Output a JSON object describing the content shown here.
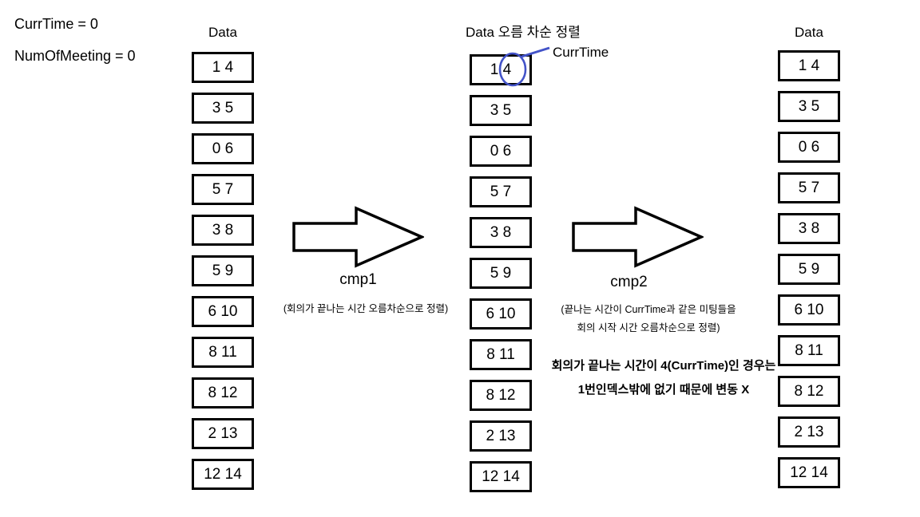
{
  "variables": {
    "curr_time": "CurrTime = 0",
    "num_of_meeting": "NumOfMeeting = 0"
  },
  "columns": [
    {
      "title": "Data",
      "items": [
        "1 4",
        "3 5",
        "0 6",
        "5 7",
        "3 8",
        "5 9",
        "6 10",
        "8 11",
        "8 12",
        "2 13",
        "12 14"
      ]
    },
    {
      "title": "Data 오름 차순 정렬",
      "items": [
        "1 4",
        "3 5",
        "0 6",
        "5 7",
        "3 8",
        "5 9",
        "6 10",
        "8 11",
        "8 12",
        "2 13",
        "12 14"
      ]
    },
    {
      "title": "Data",
      "items": [
        "1 4",
        "3 5",
        "0 6",
        "5 7",
        "3 8",
        "5 9",
        "6 10",
        "8 11",
        "8 12",
        "2 13",
        "12 14"
      ]
    }
  ],
  "annotations": {
    "currtime_pointer": "CurrTime",
    "cmp1": {
      "label": "cmp1",
      "desc": "(회의가 끝나는 시간 오름차순으로 정렬)"
    },
    "cmp2": {
      "label": "cmp2",
      "desc_line1": "(끝나는 시간이 CurrTime과 같은 미팅들을",
      "desc_line2": "회의 시작 시간 오름차순으로 정렬)"
    },
    "note": {
      "line1": "회의가 끝나는 시간이 4(CurrTime)인 경우는",
      "line2": "1번인덱스밖에 없기 때문에 변동 X"
    }
  },
  "colors": {
    "ink": "#000000",
    "background": "#ffffff",
    "accent_blue": "#4353c8"
  }
}
